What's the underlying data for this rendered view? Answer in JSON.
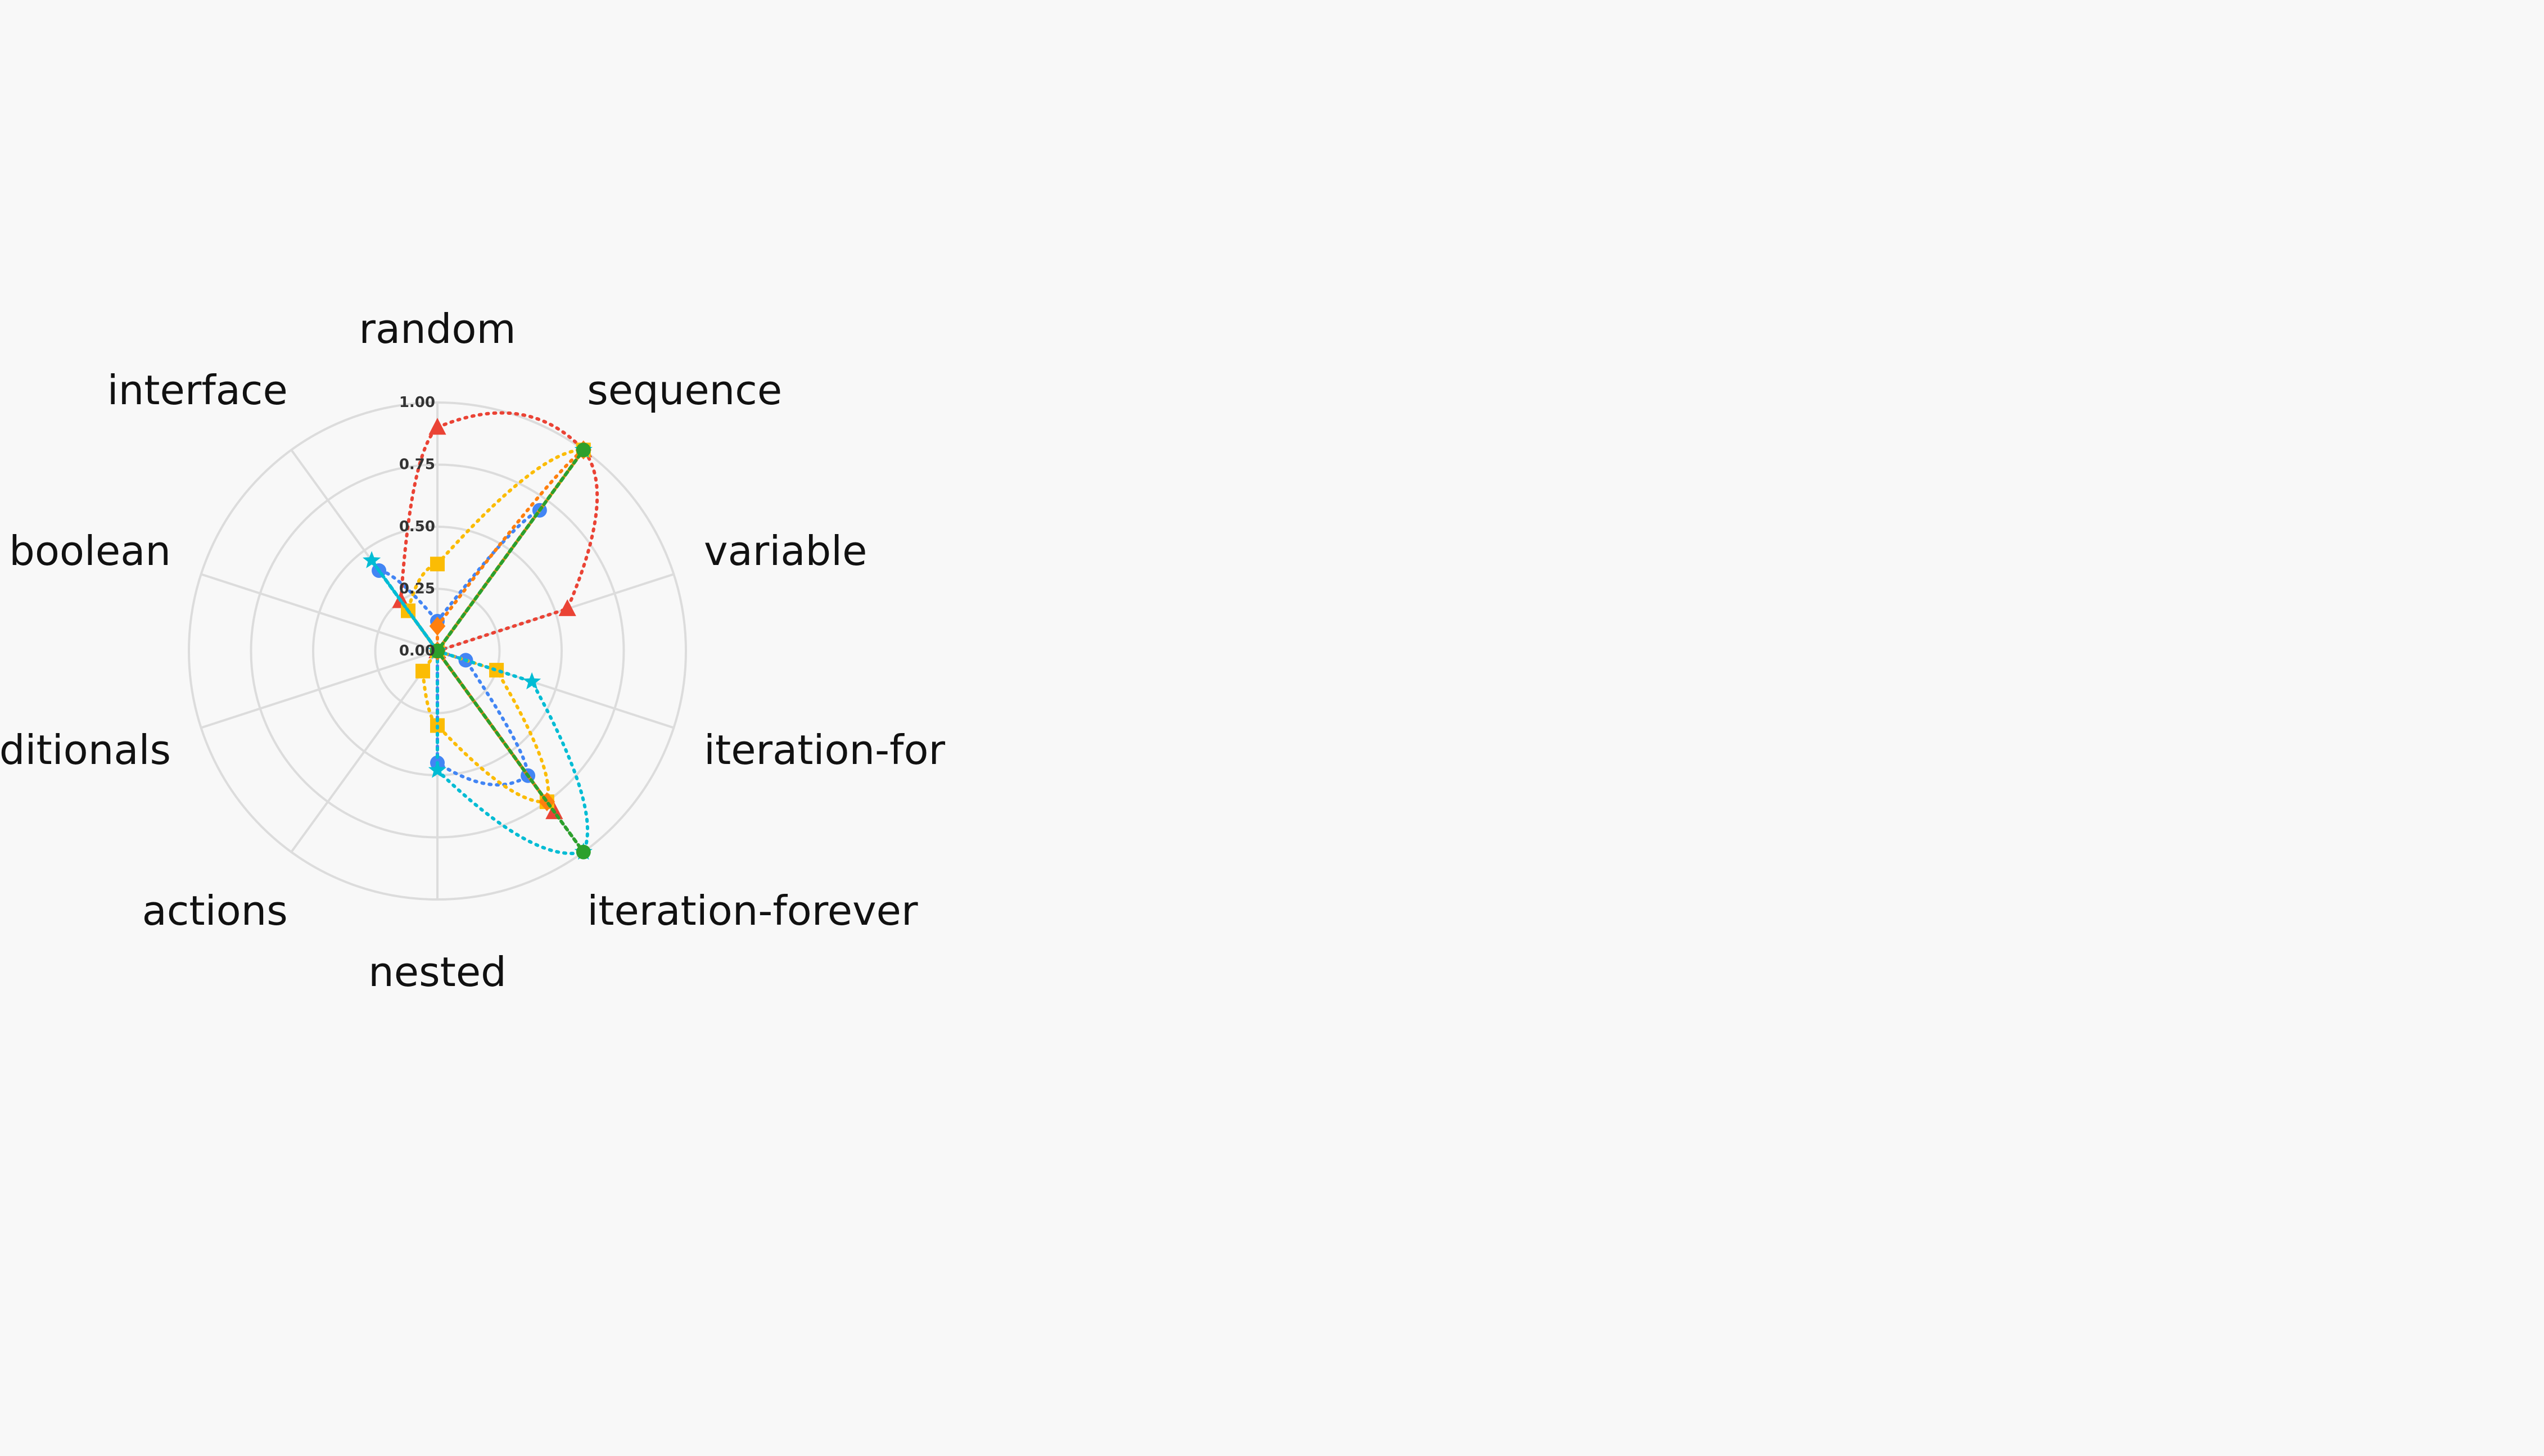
{
  "chart_data": {
    "type": "radar",
    "axes": [
      "random",
      "sequence",
      "variable",
      "iteration-for",
      "iteration-forever",
      "nested",
      "actions",
      "conditionals",
      "boolean",
      "interface"
    ],
    "tick_labels": [
      "0.00",
      "0.25",
      "0.50",
      "0.75",
      "1.00"
    ],
    "rlim": [
      0,
      1
    ],
    "grid": true,
    "series": [
      {
        "color": "#4285f4",
        "marker": "circle",
        "values": [
          0.12,
          0.7,
          0.0,
          0.12,
          0.62,
          0.45,
          0.0,
          0.0,
          0.0,
          0.4
        ]
      },
      {
        "color": "#ea4335",
        "marker": "triangle",
        "values": [
          0.9,
          1.0,
          0.55,
          0.0,
          0.8,
          0.0,
          0.0,
          0.0,
          0.0,
          0.25
        ]
      },
      {
        "color": "#fbbc04",
        "marker": "square",
        "values": [
          0.35,
          1.0,
          0.0,
          0.25,
          0.75,
          0.3,
          0.1,
          0.0,
          0.0,
          0.2
        ]
      },
      {
        "color": "#00bcd4",
        "marker": "star",
        "values": [
          0.0,
          1.0,
          0.0,
          0.4,
          1.0,
          0.48,
          0.0,
          0.0,
          0.0,
          0.45
        ]
      },
      {
        "color": "#ff7f0e",
        "marker": "diamond",
        "values": [
          0.1,
          1.0,
          0.0,
          0.0,
          0.75,
          0.0,
          0.0,
          0.0,
          0.0,
          0.0
        ]
      },
      {
        "color": "#2ca02c",
        "marker": "circle",
        "values": [
          0.0,
          1.0,
          0.0,
          0.0,
          1.0,
          0.0,
          0.0,
          0.0,
          0.0,
          0.0
        ]
      }
    ]
  }
}
